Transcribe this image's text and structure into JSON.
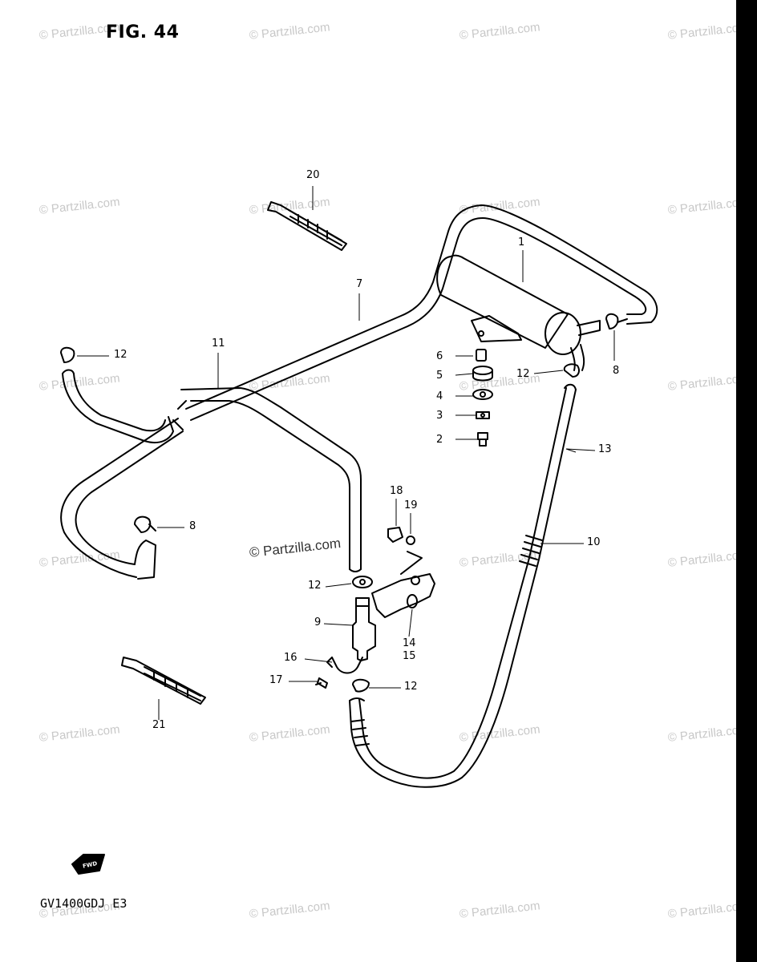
{
  "figure_title": "FIG. 44",
  "model_code": "GV1400GDJ E3",
  "watermark_text": "© Partzilla.com",
  "fwd_label": "FWD",
  "callouts": [
    {
      "id": "c1",
      "text": "1"
    },
    {
      "id": "c2",
      "text": "2"
    },
    {
      "id": "c3",
      "text": "3"
    },
    {
      "id": "c4",
      "text": "4"
    },
    {
      "id": "c5",
      "text": "5"
    },
    {
      "id": "c6",
      "text": "6"
    },
    {
      "id": "c7",
      "text": "7"
    },
    {
      "id": "c8a",
      "text": "8"
    },
    {
      "id": "c8b",
      "text": "8"
    },
    {
      "id": "c9",
      "text": "9"
    },
    {
      "id": "c10",
      "text": "10"
    },
    {
      "id": "c11",
      "text": "11"
    },
    {
      "id": "c12a",
      "text": "12"
    },
    {
      "id": "c12b",
      "text": "12"
    },
    {
      "id": "c12c",
      "text": "12"
    },
    {
      "id": "c12d",
      "text": "12"
    },
    {
      "id": "c13",
      "text": "13"
    },
    {
      "id": "c14",
      "text": "14"
    },
    {
      "id": "c15",
      "text": "15"
    },
    {
      "id": "c16",
      "text": "16"
    },
    {
      "id": "c17",
      "text": "17"
    },
    {
      "id": "c18",
      "text": "18"
    },
    {
      "id": "c19",
      "text": "19"
    },
    {
      "id": "c20",
      "text": "20"
    },
    {
      "id": "c21",
      "text": "21"
    }
  ]
}
